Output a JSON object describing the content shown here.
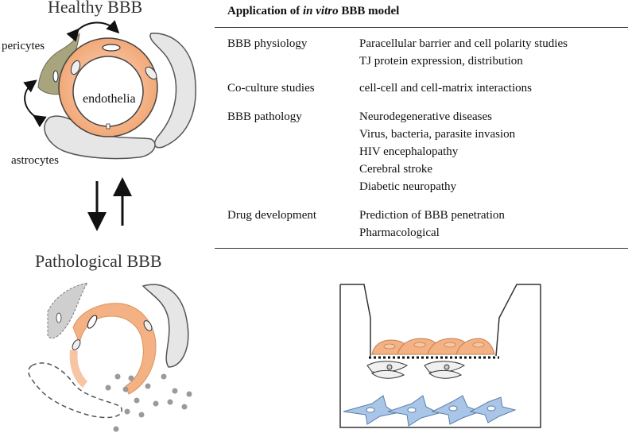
{
  "figure": {
    "healthy_title": "Healthy BBB",
    "pathological_title": "Pathological BBB",
    "labels": {
      "pericytes": "pericytes",
      "endothelia": "endothelia",
      "astrocytes": "astrocytes"
    }
  },
  "table": {
    "title_prefix": "Application of ",
    "title_italic": "in vitro",
    "title_suffix": " BBB model",
    "rows": [
      {
        "category": "BBB physiology",
        "items": [
          "Paracellular barrier and cell polarity studies",
          "TJ protein expression, distribution"
        ]
      },
      {
        "category": "Co-culture studies",
        "items": [
          "cell-cell and cell-matrix interactions"
        ]
      },
      {
        "category": "BBB pathology",
        "items": [
          "Neurodegenerative diseases",
          "Virus, bacteria, parasite invasion",
          "HIV encephalopathy",
          "Cerebral stroke",
          "Diabetic neuropathy"
        ]
      },
      {
        "category": "Drug development",
        "items": [
          "Prediction of BBB penetration",
          "Pharmacological"
        ]
      }
    ]
  },
  "colors": {
    "endothelium": "#F4B184",
    "pericyte": "#A8A47E",
    "astrocyte": "#E8E8E8",
    "brain_cell": "#A9C6E8",
    "particle": "#9A9A9A"
  }
}
